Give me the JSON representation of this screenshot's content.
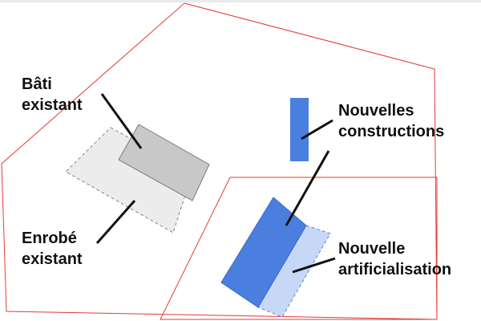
{
  "labels": {
    "bati": {
      "line1": "Bâti",
      "line2": "existant"
    },
    "enrobe": {
      "line1": "Enrobé",
      "line2": "existant"
    },
    "constructions": {
      "line1": "Nouvelles",
      "line2": "constructions"
    },
    "artificialisation": {
      "line1": "Nouvelle",
      "line2": "artificialisation"
    }
  },
  "colors": {
    "parcel_outline": "#e53935",
    "existing_building": "#c8c8c8",
    "existing_paving": "#ececec",
    "new_construction": "#4a7fe0",
    "new_artificialisation": "#c7d8f7",
    "leader_line": "#111111"
  }
}
